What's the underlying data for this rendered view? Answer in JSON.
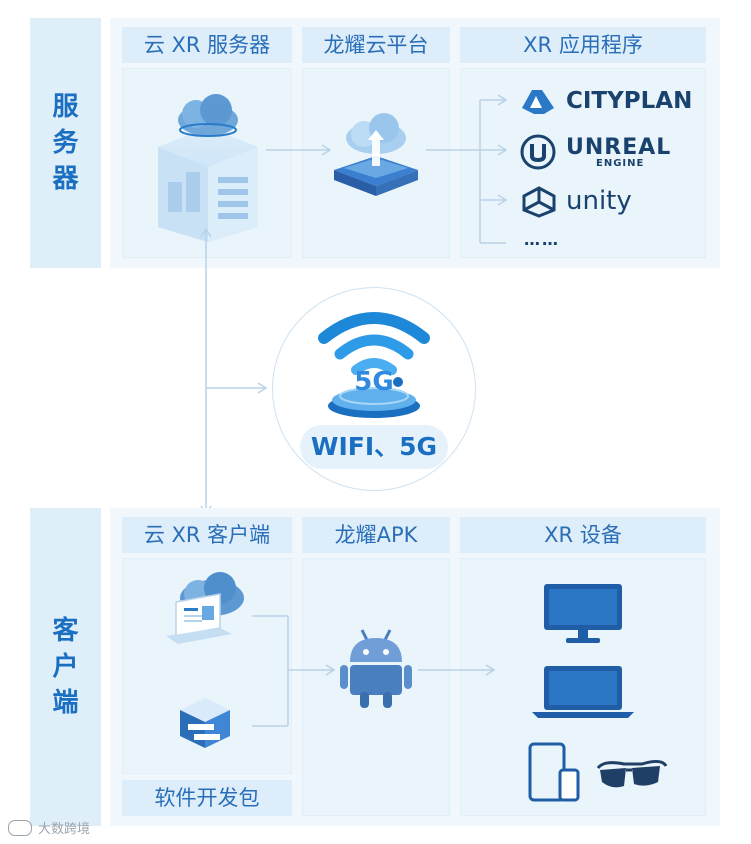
{
  "server": {
    "side_label": [
      "服",
      "务",
      "器"
    ],
    "col1_title": "云 XR 服务器",
    "col2_title": "龙耀云平台",
    "col3_title": "XR 应用程序",
    "apps": [
      {
        "name": "CITYPLAN",
        "icon": "cityplan-logo-icon"
      },
      {
        "name": "UNREAL",
        "sub": "ENGINE",
        "icon": "unreal-engine-logo-icon"
      },
      {
        "name": "unity",
        "icon": "unity-logo-icon"
      },
      {
        "name": "……",
        "icon": ""
      }
    ]
  },
  "network": {
    "label": "WIFI、5G",
    "badge": "5G"
  },
  "client": {
    "side_label": [
      "客",
      "户",
      "端"
    ],
    "col1_title": "云 XR 客户端",
    "col2_title": "龙耀APK",
    "col3_title": "XR 设备",
    "sdk_label": "软件开发包"
  },
  "watermark": "大数跨境",
  "colors": {
    "accent": "#1a6fc1",
    "panel": "#f1f8fd",
    "header": "#ddeefa",
    "arrow": "#b9d2e6"
  }
}
